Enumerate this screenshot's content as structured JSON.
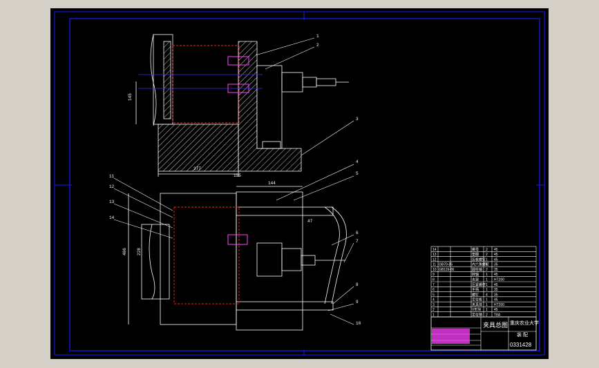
{
  "drawing": {
    "title": "夹具总图",
    "school": "重庆农业大学",
    "drawing_no": "0331428",
    "subtitle": "装 配",
    "colors": {
      "background": "#000000",
      "frame": "#1a1aff",
      "outline": "#ffffff",
      "hatch": "#ffffff",
      "dimension": "#ffffff",
      "fixture_red": "#ff2020",
      "magenta": "#ff40ff",
      "leader": "#ffffff",
      "axis": "#3030ff"
    }
  },
  "balloons": [
    "1",
    "2",
    "3",
    "4",
    "5",
    "6",
    "7",
    "8",
    "9",
    "10",
    "11",
    "12",
    "13",
    "14"
  ],
  "dimensions": {
    "d1": "145",
    "d2": "377",
    "d3": "155",
    "d4": "144",
    "d5": "406",
    "d6": "228",
    "d7": "47"
  },
  "parts_list": [
    {
      "no": "14",
      "code": "",
      "name": "螺母",
      "qty": "2",
      "mat": "45"
    },
    {
      "no": "13",
      "code": "",
      "name": "垫圈",
      "qty": "2",
      "mat": "45"
    },
    {
      "no": "12",
      "code": "",
      "name": "压板螺钉",
      "qty": "1",
      "mat": "45"
    },
    {
      "no": "11",
      "code": "GB70-85",
      "name": "内六角螺钉",
      "qty": "4",
      "mat": "35"
    },
    {
      "no": "10",
      "code": "GB119-86",
      "name": "圆柱销",
      "qty": "2",
      "mat": "35"
    },
    {
      "no": "9",
      "code": "",
      "name": "转轴",
      "qty": "1",
      "mat": "45"
    },
    {
      "no": "8",
      "code": "",
      "name": "支架",
      "qty": "1",
      "mat": "HT200"
    },
    {
      "no": "7",
      "code": "",
      "name": "压紧螺杆",
      "qty": "1",
      "mat": "45"
    },
    {
      "no": "6",
      "code": "",
      "name": "手柄",
      "qty": "1",
      "mat": "35"
    },
    {
      "no": "5",
      "code": "",
      "name": "螺钉",
      "qty": "4",
      "mat": "35"
    },
    {
      "no": "4",
      "code": "",
      "name": "定位板",
      "qty": "1",
      "mat": "45"
    },
    {
      "no": "3",
      "code": "",
      "name": "夹具体",
      "qty": "1",
      "mat": "HT200"
    },
    {
      "no": "2",
      "code": "",
      "name": "V形块",
      "qty": "1",
      "mat": "45"
    },
    {
      "no": "1",
      "code": "",
      "name": "定位销",
      "qty": "2",
      "mat": "T8A"
    }
  ]
}
